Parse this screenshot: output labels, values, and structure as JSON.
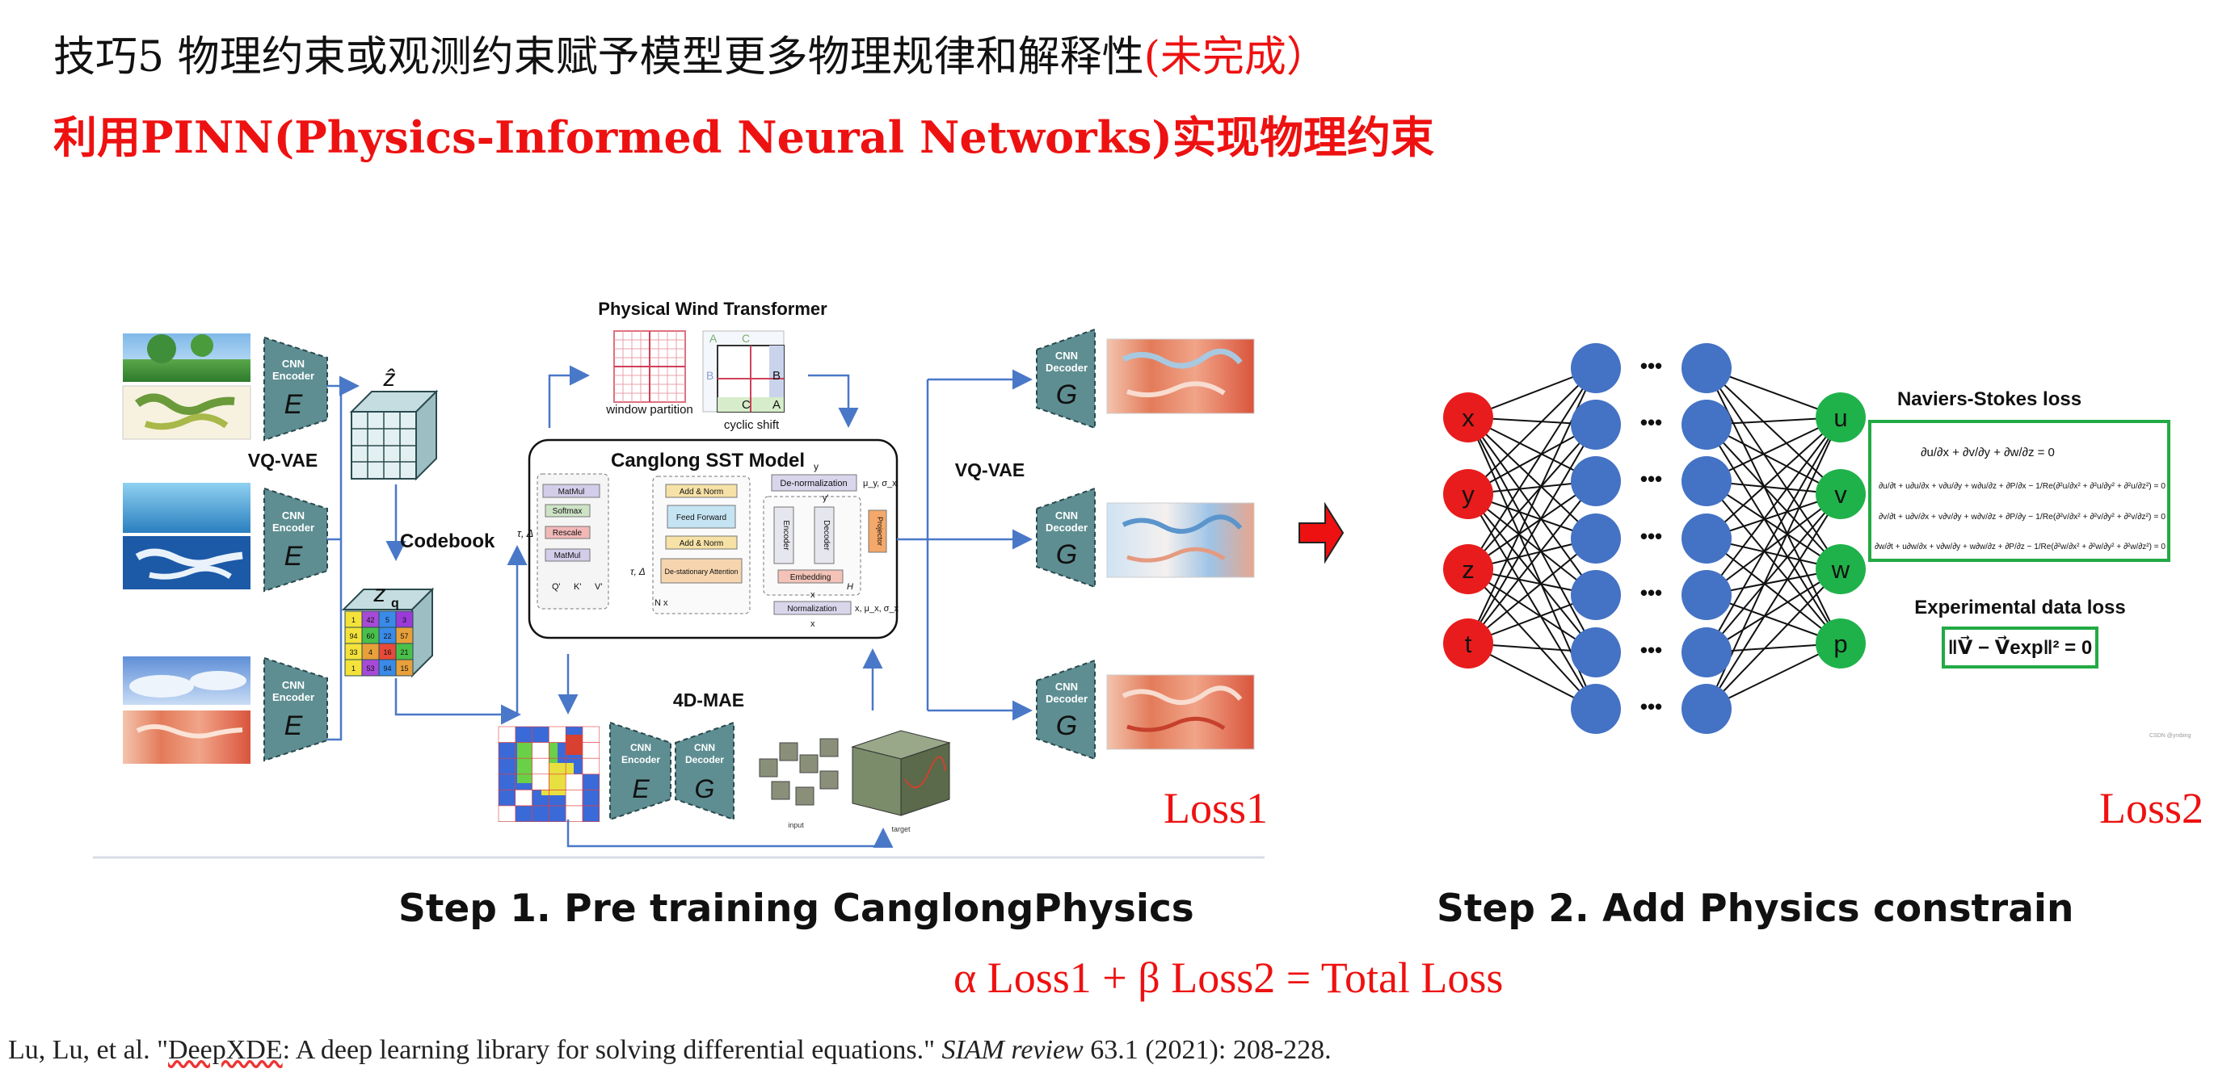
{
  "title": {
    "line1_black": "技巧5 物理约束或观测约束赋予模型更多物理规律和解释性",
    "line1_red": "(未完成）",
    "line2": "利用PINN(Physics-Informed Neural Networks)实现物理约束"
  },
  "left_diagram": {
    "physical_wind_transformer": "Physical Wind Transformer",
    "window_partition": "window partition",
    "cyclic_shift": "cyclic shift",
    "shift_letters": [
      "A",
      "C",
      "B",
      "B",
      "C",
      "A"
    ],
    "vqvae_left": "VQ-VAE",
    "vqvae_right": "VQ-VAE",
    "codebook": "Codebook",
    "z_hat": "ẑ",
    "z_q": "z",
    "z_q_sub": "q",
    "cnn_encoder": "CNN Encoder",
    "cnn_decoder": "CNN Decoder",
    "E": "E",
    "G": "G",
    "canglong": "Canglong SST Model",
    "mae": "4D-MAE",
    "codebook_grid": [
      "1",
      "42",
      "5",
      "3",
      "94",
      "60",
      "22",
      "57",
      "33",
      "4",
      "16",
      "21",
      "1",
      "53",
      "94",
      "15"
    ],
    "attention_blocks": [
      "MatMul",
      "Softmax",
      "Rescale",
      "MatMul",
      "Add & Norm",
      "Feed Forward",
      "Add & Norm",
      "De-stationary Attention",
      "De-normalization",
      "Embedding",
      "Normalization",
      "Encoder",
      "Decoder",
      "Projector"
    ],
    "attention_inputs": [
      "Q'",
      "K'",
      "V'"
    ],
    "misc_labels": [
      "N x",
      "x",
      "x",
      "y",
      "y'",
      "τ, Δ",
      "μ_y, σ_x",
      "x, μ_x, σ_x",
      "H",
      "input",
      "target"
    ]
  },
  "right_diagram": {
    "inputs": [
      "x",
      "y",
      "z",
      "t"
    ],
    "outputs": [
      "u",
      "v",
      "w",
      "p"
    ],
    "dots": "•••",
    "ns_title": "Naviers-Stokes loss",
    "ns_equations": [
      "∂u/∂x + ∂v/∂y + ∂w/∂z = 0",
      "∂u/∂t + u∂u/∂x + v∂u/∂y + w∂u/∂z + ∂P/∂x − 1/Re(∂²u/∂x² + ∂²u/∂y² + ∂²u/∂z²) = 0",
      "∂v/∂t + u∂v/∂x + v∂v/∂y + w∂v/∂z + ∂P/∂y − 1/Re(∂²v/∂x² + ∂²v/∂y² + ∂²v/∂z²) = 0",
      "∂w/∂t + u∂w/∂x + v∂w/∂y + w∂w/∂z + ∂P/∂z − 1/Re(∂²w/∂x² + ∂²w/∂y² + ∂²w/∂z²) = 0"
    ],
    "exp_title": "Experimental data loss",
    "exp_equation": "‖V⃗ − V⃗exp‖² = 0",
    "watermark": "CSDN @yrxbing"
  },
  "loss1": "Loss1",
  "loss2": "Loss2",
  "step1": "Step 1. Pre training CanglongPhysics",
  "step2": "Step 2. Add Physics constrain",
  "total_loss": "α Loss1 + β Loss2 = Total Loss",
  "citation": {
    "pre": "Lu, Lu, et al. \"",
    "underlined": "DeepXDE",
    "mid": ": A deep learning library for solving differential equations.\" ",
    "journal": "SIAM review",
    "post": " 63.1 (2021): 208-228."
  },
  "colors": {
    "red": "#ee1111",
    "teal": "#5e8e92",
    "node_blue": "#4472c4",
    "node_red": "#e81c1c",
    "node_green": "#1fb24a",
    "box_green": "#22aa44",
    "arrow_blue": "#4a78c8"
  }
}
